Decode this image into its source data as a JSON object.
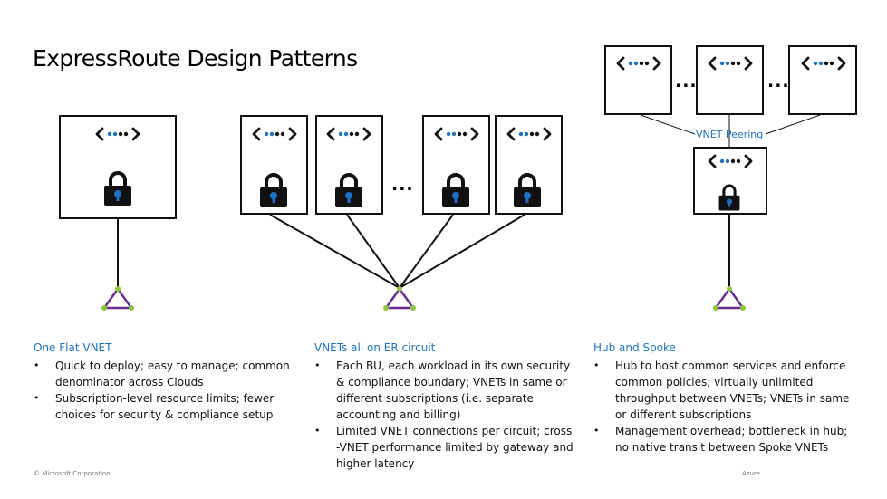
{
  "title": "ExpressRoute Design Patterns",
  "ellipsis": "...",
  "peering_label": "VNET Peering",
  "icons": {
    "vnet": "vnet-brackets-icon",
    "lock": "padlock-icon",
    "circuit": "expressroute-circuit-icon"
  },
  "colors": {
    "line": "#111111",
    "text": "#111111",
    "accent_blue": "#1e73be",
    "lock_keyhole": "#1f5fa8",
    "circuit_edge": "#6a2c91",
    "circuit_node": "#8cc63f"
  },
  "columns": [
    {
      "heading": "One Flat VNET",
      "bullets": [
        "Quick to deploy; easy to manage; common denominator across Clouds",
        "Subscription-level resource limits; fewer choices for security & compliance setup"
      ]
    },
    {
      "heading": "VNETs all on ER circuit",
      "bullets": [
        "Each BU, each workload in its own security & compliance boundary; VNETs in same or different subscriptions (i.e. separate accounting and billing)",
        "Limited VNET connections per circuit; cross -VNET performance limited by gateway and higher latency"
      ]
    },
    {
      "heading": "Hub and Spoke",
      "bullets": [
        "Hub to host common services and enforce common policies; virtually unlimited throughput between VNETs; VNETs in same or different subscriptions",
        "Management overhead; bottleneck in hub; no native transit between Spoke VNETs"
      ]
    }
  ],
  "footer": {
    "copyright": "© Microsoft Corporation",
    "brand": "Azure"
  }
}
